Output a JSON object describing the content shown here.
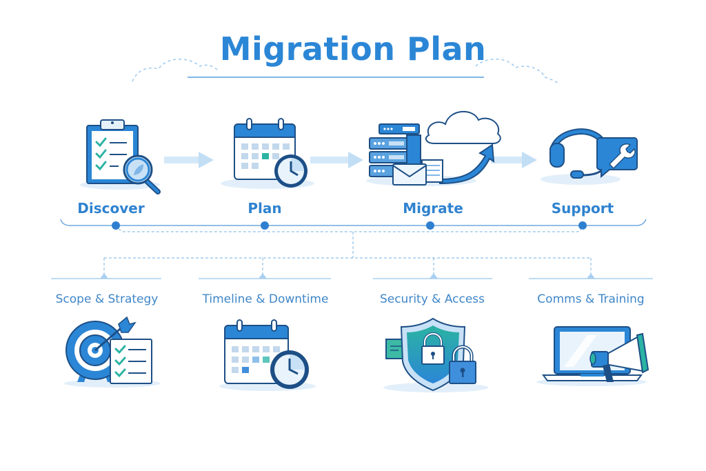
{
  "title": "Migration Plan",
  "colors": {
    "primary": "#2b86d6",
    "dark_outline": "#1d4f86",
    "light_fill": "#dcecf9",
    "accent_teal": "#2bb3a3",
    "connector": "#8ec0ea"
  },
  "phases": [
    {
      "label": "Discover",
      "icon": "clipboard-magnifier-icon"
    },
    {
      "label": "Plan",
      "icon": "calendar-clock-icon"
    },
    {
      "label": "Migrate",
      "icon": "servers-to-cloud-icon"
    },
    {
      "label": "Support",
      "icon": "headset-wrench-icon"
    }
  ],
  "subtopics": [
    {
      "label": "Scope & Strategy",
      "icon": "target-checklist-icon"
    },
    {
      "label": "Timeline & Downtime",
      "icon": "calendar-clock-icon"
    },
    {
      "label": "Security & Access",
      "icon": "shield-lock-icon"
    },
    {
      "label": "Comms & Training",
      "icon": "laptop-megaphone-icon"
    }
  ]
}
